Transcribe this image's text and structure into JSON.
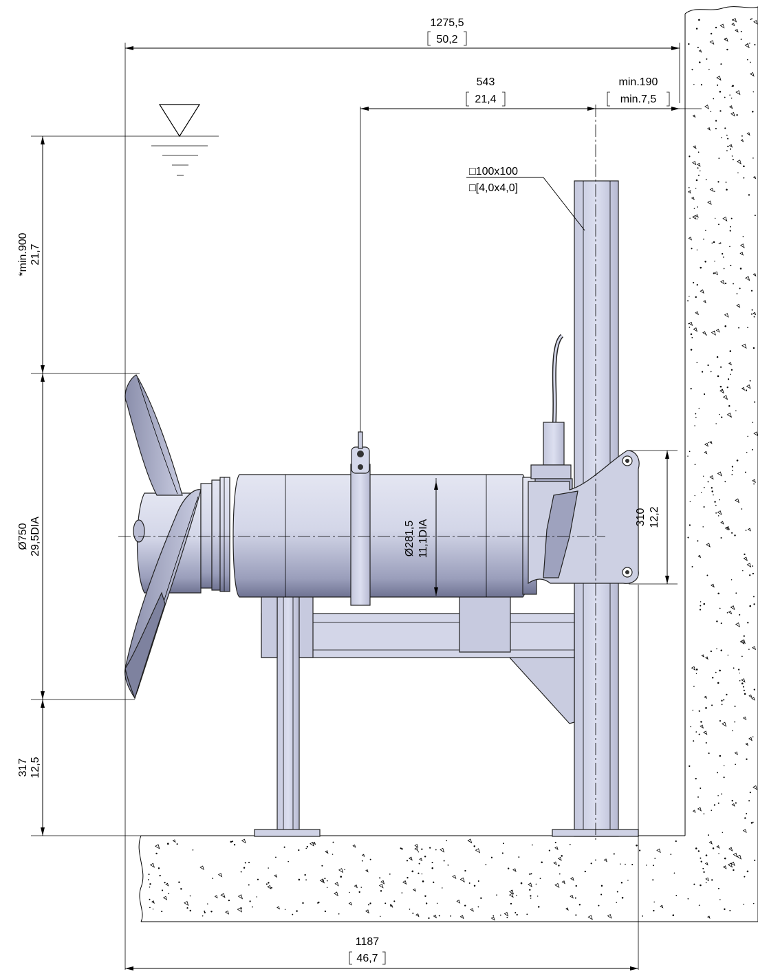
{
  "drawing": {
    "dimensions": {
      "total_width": {
        "mm": "1275,5",
        "inch": "50,2"
      },
      "guide_offset": {
        "mm": "543",
        "inch": "21,4"
      },
      "wall_clearance": {
        "mm": "min.190",
        "inch": "min.7,5"
      },
      "submergence": {
        "mm": "*min.900",
        "inch": "21,7"
      },
      "propeller_diameter": {
        "mm": "Ø750",
        "inch": "29,5DIA"
      },
      "floor_clearance": {
        "mm": "317",
        "inch": "12,5"
      },
      "motor_diameter": {
        "mm": "Ø281,5",
        "inch": "11,1DIA"
      },
      "bracket_height": {
        "mm": "310",
        "inch": "12,2"
      },
      "base_width": {
        "mm": "1187",
        "inch": "46,7"
      },
      "guide_bar_size": {
        "mm": "□100x100",
        "inch": "□[4,0x4,0]"
      }
    },
    "colors": {
      "metal_light": "#d9dcec",
      "metal_mid": "#b4b8d2",
      "metal_dark": "#6b6f8c",
      "line": "#000000"
    }
  }
}
